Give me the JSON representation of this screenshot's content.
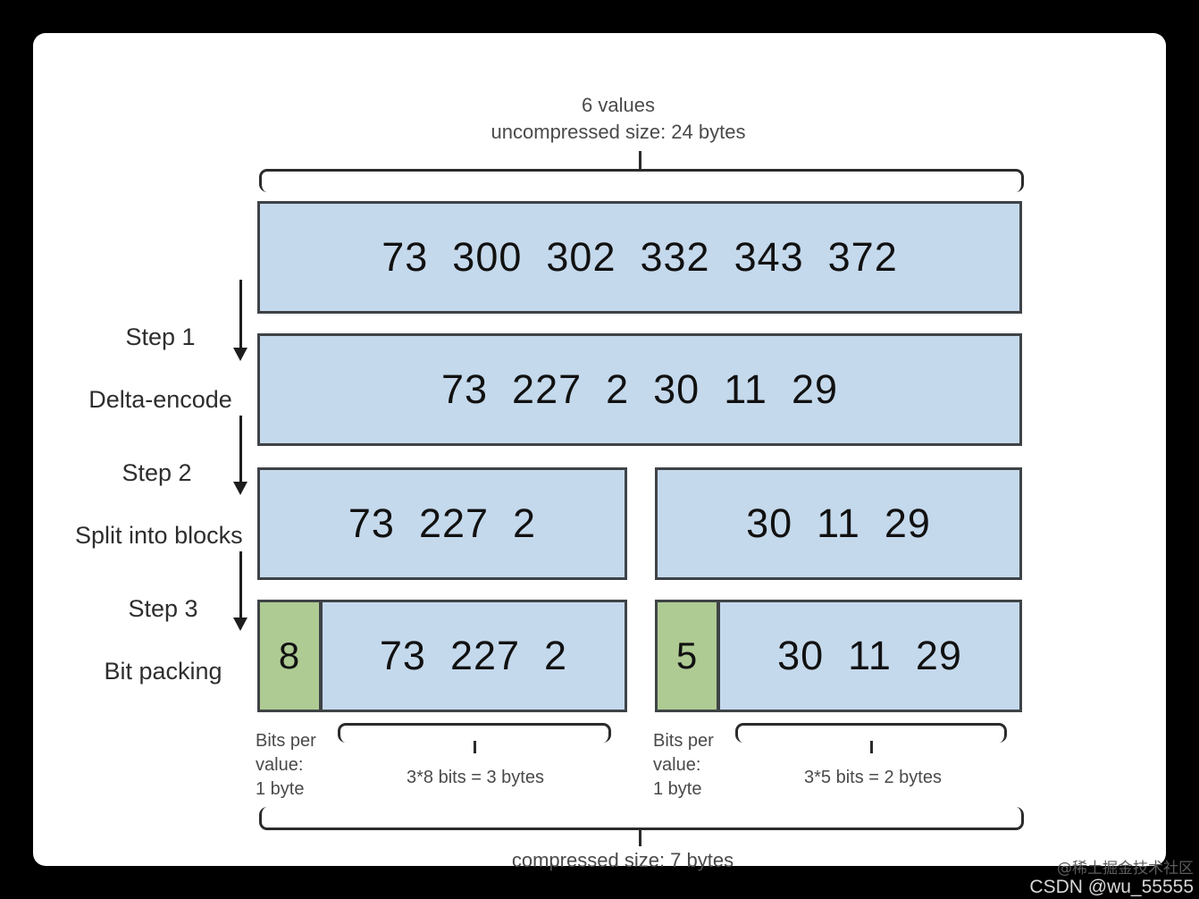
{
  "diagram": {
    "top_caption_line1": "6 values",
    "top_caption_line2": "uncompressed size: 24 bytes",
    "bottom_caption": "compressed size: 7 bytes",
    "steps": [
      {
        "number": "Step 1",
        "name": "Delta-encode"
      },
      {
        "number": "Step 2",
        "name": "Split into blocks"
      },
      {
        "number": "Step 3",
        "name": "Bit packing"
      }
    ],
    "rows": {
      "original": {
        "values": "73  300  302  332  343  372"
      },
      "delta": {
        "values": "73  227  2  30  11  29"
      },
      "blocks": [
        {
          "values": "73  227  2"
        },
        {
          "values": "30  11  29"
        }
      ],
      "packed": [
        {
          "bits_per_value": "8",
          "values": "73  227  2"
        },
        {
          "bits_per_value": "5",
          "values": "30  11  29"
        }
      ]
    },
    "annotations": {
      "left_header": "Bits per\nvalue:\n1 byte",
      "left_size": "3*8 bits = 3 bytes",
      "right_header": "Bits per\nvalue:\n1 byte",
      "right_size": "3*5 bits = 2 bytes"
    }
  },
  "watermark": {
    "chinese": "@稀土掘金技术社区",
    "english": "CSDN @wu_55555"
  },
  "colors": {
    "box_fill": "#c5d9ec",
    "box_border": "#3f4347",
    "green_fill": "#aecb93",
    "card": "#ffffff",
    "background": "#000000"
  }
}
